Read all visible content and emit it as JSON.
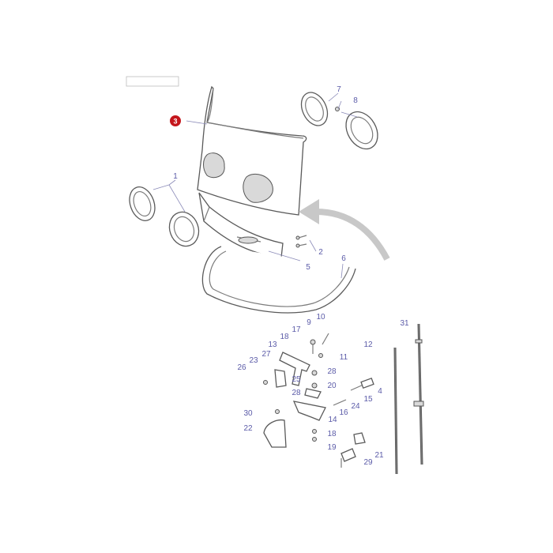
{
  "header": {
    "stamp": ""
  },
  "highlight": {
    "label": "3",
    "color": "#c4161c"
  },
  "callout_color": "#5b5ba8",
  "callouts": {
    "c1": "1",
    "c2": "2",
    "c4": "4",
    "c5": "5",
    "c6": "6",
    "c7": "7",
    "c8": "8",
    "c9": "9",
    "c10": "10",
    "c11": "11",
    "c12": "12",
    "c13": "13",
    "c14": "14",
    "c15": "15",
    "c16": "16",
    "c17": "17",
    "c18a": "18",
    "c18b": "18",
    "c19": "19",
    "c20": "20",
    "c21": "21",
    "c22": "22",
    "c23": "23",
    "c24": "24",
    "c25": "25",
    "c26": "26",
    "c27": "27",
    "c28a": "28",
    "c28b": "28",
    "c29": "29",
    "c30": "30",
    "c31": "31"
  }
}
